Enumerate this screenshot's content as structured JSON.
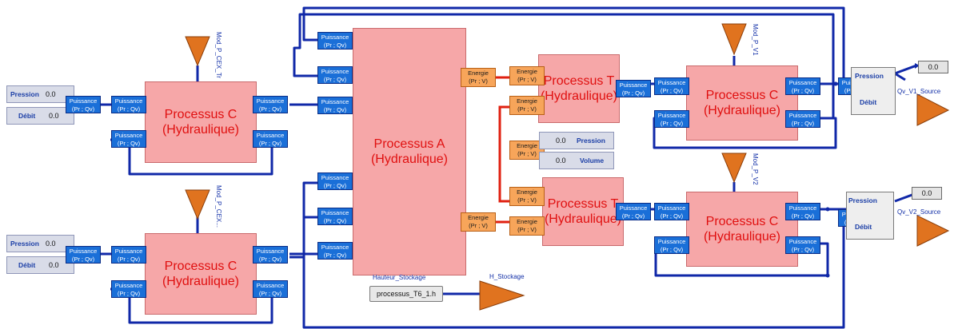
{
  "process_c": {
    "line1": "Processus C",
    "line2": "(Hydraulique)"
  },
  "process_a": {
    "line1": "Processus A",
    "line2": "(Hydraulique)"
  },
  "process_t": {
    "line1": "Processus T",
    "line2": "(Hydraulique)"
  },
  "port": {
    "puissance": "Puissance",
    "puissance_unit": "(Pr ; Qv)",
    "energie": "Energie",
    "energie_unit": "(Pr ; V)"
  },
  "inputs": {
    "top": {
      "pression_label": "Pression",
      "pression_value": "0.0",
      "debit_label": "Débit",
      "debit_value": "0.0"
    },
    "bottom": {
      "pression_label": "Pression",
      "pression_value": "0.0",
      "debit_label": "Débit",
      "debit_value": "0.0"
    }
  },
  "tank": {
    "pression_label": "Pression",
    "pression_value": "0.0",
    "volume_label": "Volume",
    "volume_value": "0.0"
  },
  "outputs": {
    "v1": {
      "pression_label": "Pression",
      "debit_label": "Débit",
      "value": "0.0",
      "source": "Qv_V1_Source"
    },
    "v2": {
      "pression_label": "Pression",
      "debit_label": "Débit",
      "value": "0.0",
      "source": "Qv_V2_Source"
    }
  },
  "modulators": {
    "m1": "Mod_P_CEX_Tr",
    "m2": "Mod_P_CEX...",
    "m3": "Mod_P_V1",
    "m4": "Mod_P_V2"
  },
  "storage": {
    "label": "Hauteur_Stockage",
    "box": "processus_T6_1.h",
    "output": "H_Stockage"
  },
  "colors": {
    "wire": "#1028a8",
    "energy_wire": "#e02010",
    "process_fill": "#f6a7a8",
    "port_fill": "#1a6fd8",
    "energy_fill": "#f7a55a",
    "triangle": "#e0731f"
  }
}
